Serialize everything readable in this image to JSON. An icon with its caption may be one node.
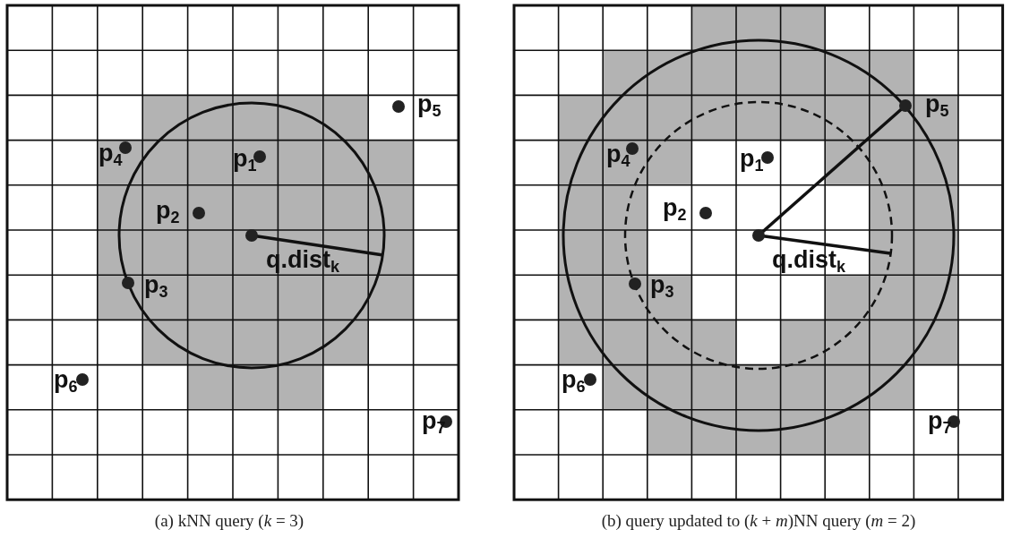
{
  "diagram": {
    "labels": [
      "p$_{5}$",
      "p$_{4}$",
      "p$_{1}$",
      "p$_{2}$",
      "q.dist$_{k}$",
      "p$_{3}$",
      "p$_{6}$",
      "p$_{7}$",
      "(a) kNN query (*k* = 3)",
      "p$_{5}$",
      "p$_{4}$",
      "p$_{1}$",
      "p$_{2}$",
      "q.dist$_{k}$",
      "p$_{3}$",
      "p$_{6}$",
      "p$_{7}$",
      "(b) query updated to (*k* + *m*)NN query (*m* = 2)"
    ]
  }
}
